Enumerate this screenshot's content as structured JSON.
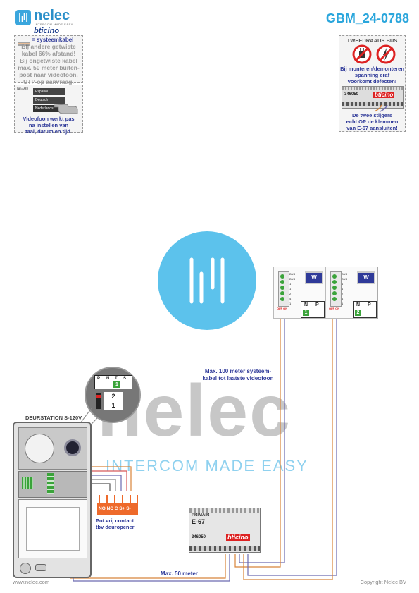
{
  "header": {
    "logo_name": "nelec",
    "logo_sub": "INTERCOM MADE EASY",
    "logo_partner": "bticino",
    "doc_number": "GBM_24-0788"
  },
  "card_cable": {
    "title": "= systeemkabel",
    "lines": [
      "Bij andere getwiste",
      "kabel 66% afstand!",
      "Bij ongetwiste kabel",
      "max. 50 meter buiten-",
      "post naar videofoon.",
      "UTP op aanvraag."
    ]
  },
  "card_lang": {
    "model": "M-70",
    "menu": [
      "Español",
      "Deutsch",
      "Nederlands"
    ],
    "lines": [
      "Videofoon werkt pas",
      "na instellen van",
      "taal, datum en tijd."
    ]
  },
  "card_bus": {
    "title": "TWEEDRAADS BUS",
    "warning": [
      "Bij monteren/demonteren",
      "spanning eraf",
      "voorkomt defecten!"
    ],
    "module_code": "346050",
    "module_brand": "bticino",
    "note": [
      "De twee stijgers",
      "echt OP de klemmen",
      "van E-67 aansluiten!"
    ]
  },
  "watermark": {
    "name": "nelec",
    "tagline": "INTERCOM MADE EASY"
  },
  "door_station": {
    "title": "DEURSTATION S-120V",
    "terminals": [
      "P",
      "N",
      "T",
      "S"
    ],
    "highlight": "1",
    "dip": [
      "2",
      "1"
    ]
  },
  "relay": {
    "terminals": [
      "NO",
      "NC",
      "C",
      "S+",
      "S-"
    ],
    "label": [
      "Pot.vrij contact",
      "tbv deuropener"
    ]
  },
  "cable_labels": {
    "max100": [
      "Max. 100 meter systeem-",
      "kabel tot laatste videofoon"
    ],
    "max50": "Max. 50 meter"
  },
  "power_supply": {
    "primary": "PRIMAIR",
    "model": "E-67",
    "code": "346050",
    "brand": "bticino"
  },
  "videophones": [
    {
      "w": "W",
      "off_on": "OFF ON",
      "n": "N",
      "p": "P",
      "address": "1",
      "pins": [
        "BUS",
        "BUS",
        "1",
        "1",
        "2",
        "4",
        "1"
      ]
    },
    {
      "w": "W",
      "off_on": "OFF ON",
      "n": "N",
      "p": "P",
      "address": "2",
      "pins": [
        "BUS",
        "BUS",
        "1",
        "1",
        "2",
        "4",
        "1"
      ]
    }
  ],
  "footer": {
    "left": "www.nelec.com",
    "right": "Copyright Nelec BV"
  },
  "colors": {
    "brand_blue": "#2aa6dc",
    "text_blue": "#2f3a99",
    "relay_orange": "#ee6a2b",
    "highlight_green": "#3aa33a",
    "wire_orange": "#d8843a",
    "wire_purple": "#6c6ab0"
  }
}
